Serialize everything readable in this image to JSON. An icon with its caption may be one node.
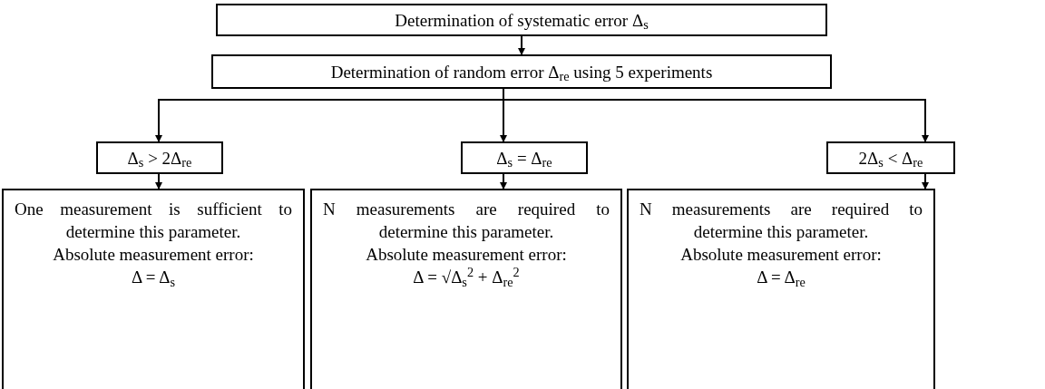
{
  "diagram": {
    "nodes": [
      {
        "text": [
          "Determination of systematic error Δ$_{s}$"
        ]
      },
      {
        "text": [
          "Determination of random error Δ$_{re}$ using 5 experiments"
        ]
      },
      {
        "text": [
          "Δ$_{s}$ > 2Δ$_{re}$"
        ]
      },
      {
        "text": [
          "Δ$_{s}$ = Δ$_{re}$"
        ]
      },
      {
        "text": [
          "2Δ$_{s}$ < Δ$_{re}$"
        ]
      },
      {
        "text": [
          "One measurement is sufficient to determine this parameter.",
          "Absolute measurement error:",
          "Δ = Δ$_{s}$"
        ]
      },
      {
        "text": [
          "N measurements are required to determine this parameter.",
          "Absolute measurement error:",
          "Δ = √Δ$_{s}$$^{2}$ + Δ$_{re}$$^{2}$"
        ]
      },
      {
        "text": [
          "N measurements are required to determine this parameter.",
          "Absolute measurement error:",
          "Δ = Δ$_{re}$"
        ]
      }
    ],
    "edges": [
      {
        "from": 0,
        "to": 1,
        "arrow": "to"
      },
      {
        "from": 1,
        "to": 2,
        "arrow": "to"
      },
      {
        "from": 1,
        "to": 3,
        "arrow": "to"
      },
      {
        "from": 1,
        "to": 4,
        "arrow": "to"
      },
      {
        "from": 2,
        "to": 5,
        "arrow": "to"
      },
      {
        "from": 3,
        "to": 6,
        "arrow": "to"
      },
      {
        "from": 4,
        "to": 7,
        "arrow": "to"
      }
    ]
  }
}
